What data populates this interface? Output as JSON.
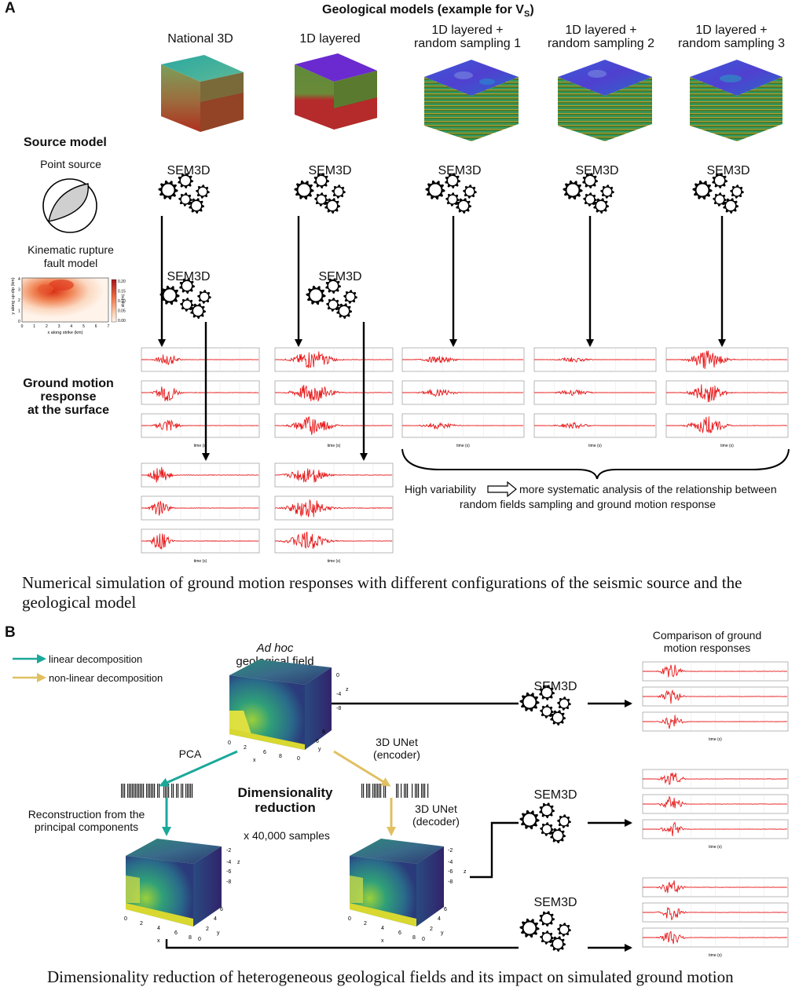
{
  "panel_a": {
    "letter": "A",
    "title": "Geological models (example for V",
    "title_sub": "S",
    "title_end": ")",
    "models": [
      "National 3D",
      "1D layered",
      "1D layered +\nrandom sampling 1",
      "1D layered +\nrandom sampling 2",
      "1D layered +\nrandom sampling 3"
    ],
    "source_model": "Source model",
    "point_source": "Point source",
    "kinematic": "Kinematic rupture\nfault model",
    "heatmap_ylabel": "y along up-dip (km)",
    "heatmap_xlabel": "x along strike (km)",
    "heatmap_cbar_label": "slip (m)",
    "heatmap_cbar_ticks": [
      "0.20",
      "0.15",
      "0.10",
      "0.05",
      "0.00"
    ],
    "heatmap_y_ticks": [
      "4",
      "3",
      "2",
      "1",
      "0"
    ],
    "heatmap_x_ticks": [
      "0",
      "1",
      "2",
      "3",
      "4",
      "5",
      "6",
      "7"
    ],
    "solver": "SEM3D",
    "ground_motion": "Ground motion\nresponse\nat the surface",
    "time_label": "time (s)",
    "high_variability": "High variability",
    "systematic": "more systematic analysis of the relationship between",
    "systematic2": "random fields sampling and ground motion response",
    "caption": "Numerical simulation of ground motion responses with different configurations of the seismic source and the geological model"
  },
  "panel_b": {
    "letter": "B",
    "legend_linear": "linear decomposition",
    "legend_nonlinear": "non-linear decomposition",
    "adhoc_italic": "Ad hoc",
    "adhoc_rest": "geological field",
    "solver": "SEM3D",
    "comparison": "Comparison of ground\nmotion responses",
    "pca": "PCA",
    "unet_encoder": "3D UNet\n(encoder)",
    "unet_decoder": "3D UNet\n(decoder)",
    "dim_reduction": "Dimensionality\nreduction",
    "samples": "x 40,000 samples",
    "reconstruction": "Reconstruction from the\nprincipal components",
    "time_label": "time (s)",
    "caption": "Dimensionality reduction of heterogeneous geological fields and its impact on simulated ground motion"
  },
  "colors": {
    "linear": "#1aa89a",
    "nonlinear": "#e0c060",
    "trace": "#e8191b"
  }
}
